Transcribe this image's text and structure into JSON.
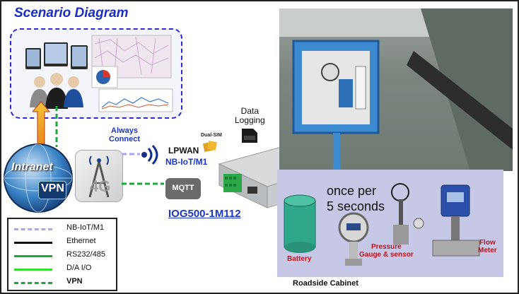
{
  "title": "Scenario Diagram",
  "cloud": {
    "intranet": "Intranet",
    "vpn": "VPN"
  },
  "tower": {
    "label": "4G"
  },
  "wireless": {
    "always_connect": "Always\nConnect",
    "lpwan": "LPWAN",
    "nbiot": "NB-IoT/M1",
    "dual_sim": "Dual-SIM"
  },
  "mqtt": "MQTT",
  "data_logging": "Data\nLogging",
  "product": "IOG500-1M112",
  "frequency": "once per\n5 seconds",
  "devices": {
    "battery": "Battery",
    "pressure": "Pressure\nGauge & sensor",
    "flow": "Flow\nMeter"
  },
  "roadside": "Roadside Cabinet",
  "legend": [
    {
      "label": "NB-IoT/M1",
      "color": "#a8a8f0",
      "style": "dashed"
    },
    {
      "label": "Ethernet",
      "color": "#111111",
      "style": "solid"
    },
    {
      "label": "RS232/485",
      "color": "#1aa83a",
      "style": "solid"
    },
    {
      "label": "D/A  I/O",
      "color": "#33dd33",
      "style": "solid"
    },
    {
      "label": "VPN",
      "color": "#1aa83a",
      "style": "dashed"
    }
  ]
}
